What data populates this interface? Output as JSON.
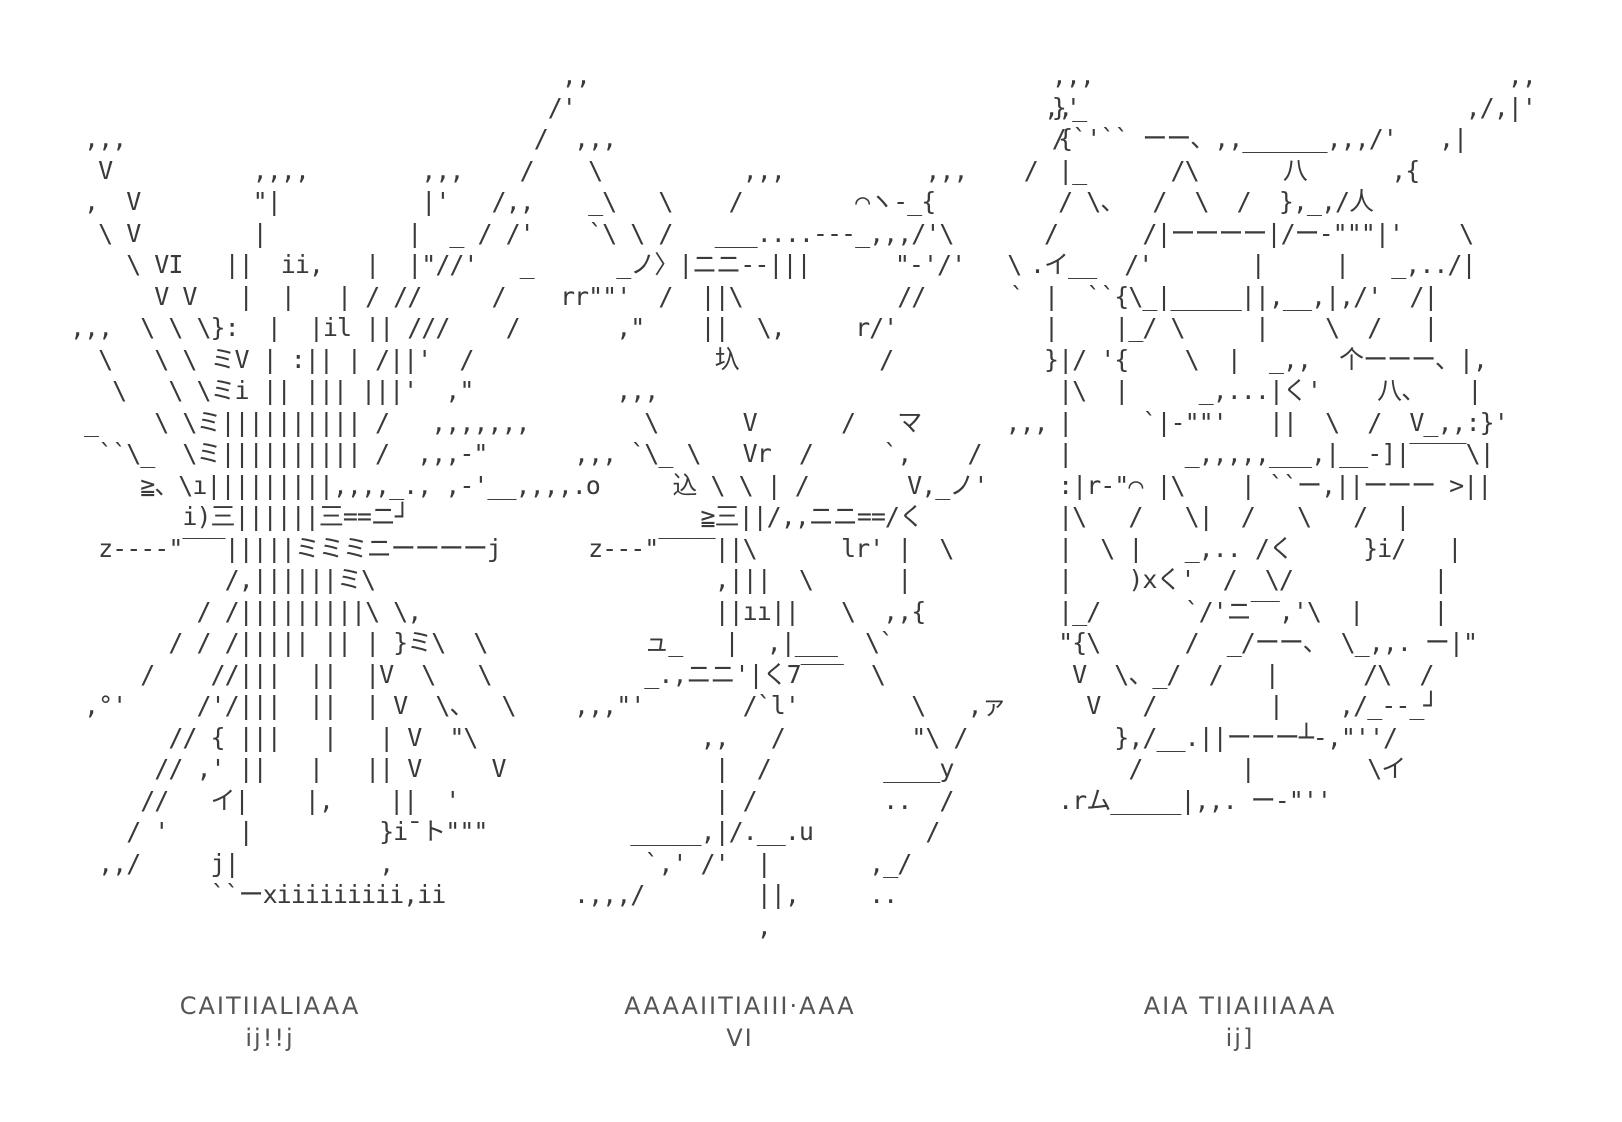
{
  "figures": [
    {
      "art": [
        "                                   ,,",
        "                                  /'",
        " ,,,                             /",
        "  V          ,,,,        ,,,    /",
        " ,  V        \"|          |'   /,,",
        "  \\ V        |          |  _ / /'",
        "    \\ VI   ||  ii,   |  |\"//'   _",
        "      V V   |  |   | / //     /",
        ",,,  \\ \\ \\}:  |  |il || ///    /",
        "  \\   \\ \\ ミV | :|| | /||'  /",
        "   \\   \\ \\ミi || ||| |||'  ,\"",
        " _    \\ \\ミ|||||||||| /   ,,,,,,,",
        "  ``\\_  \\ミ|||||||||| /  ,,,-\"",
        "     ≧、\\ı|||||||||,,,,_., ,-'__,,,,.o",
        "        i)三||||||三==ニ┘",
        "  z----\"‾‾‾|||||ミミミニーーーーj",
        "           /,||||||ミ\\",
        "         / /|||||||||\\ \\,",
        "       / / /||||| || | }ミ\\  \\",
        "     /    //|||  ||  |V  \\   \\",
        " ,°'     /'/|||  ||  | V  \\、  \\",
        "       // { |||   |   | V  \"\\  ",
        "      // ,' ||   |   || V     V",
        "     //   イ|    |,    ||  '",
        "    / '     |         }i¯ト\"\"\"",
        "  ,,/     j|          ,",
        "          ``ーxiiiiiiiii,ii"
      ],
      "caption": "CAITIIALIAAA",
      "subcaption": "ij!!j"
    },
    {
      "art": [
        "                                   ,,,",
        "                                   }'",
        " ,,,                               /",
        "  \\          ,,,          ,,,    /",
        "  _\\   \\    /        ⌒ヽ-_{",
        "  `\\ \\ /   ___....---_,,,/'\\",
        "    _ノ〉|ニニ--|||      \"-'/'   \\",
        "rr\"\"'  /  ||\\           //      `",
        "    ,\"    ||  \\,     r/'",
        "           圦          /",
        "    ,,,",
        "      \\      V      /   マ      ,,,",
        " ,,, `\\_ \\   Vr  /     `,    /",
        "        込 \\ \\ | /       V,_ノ'",
        "          ≧三||/,,ニニ==/く",
        "  z---\"‾‾‾‾||\\      lr' |  \\",
        "           ,|||  \\      |",
        "           ||ıı||   \\  ,,{",
        "      ュ_   |  ,|___  \\`",
        "      _.,ニニ'|く7‾‾‾  \\",
        " ,,,\"'       /`l'        \\   ,ァ",
        "          ,,   /         \"\\ /",
        "           |  /        ____y",
        "           | /         ..  /",
        "     _____,|/.__.u        /",
        "      `,' /'  |       ,_/",
        " .,,,/        ||,     ..",
        "              ,"
      ],
      "caption": "AAAAIITIAIII·AAA",
      "subcaption": "VI"
    },
    {
      "art": [
        "                                  ,,",
        " ,,_                           ,/,|'",
        "  {`'`` ーー、,,______,,,/'   ,|",
        "  |_      /\\      八      ,{",
        "  / \\、  /  \\  /  },_,/人",
        " /      /|ーーーー|/ー-\"\"\"|'    \\",
        ".イ__  /'       |     |   _,../|",
        " |  ``{\\_|_____||,__,|,/'  /|",
        " |    |_/ \\     |    \\  /   |",
        " }|/ '{    \\  |  _,,  个ーーー、|,",
        "  |\\  |     _,...|く'    八、   |",
        "  |     `|-\"\"'   ||  \\  /  V_,,:}'",
        "  |        _,,,,,___,|__-]|‾‾‾‾\\|",
        "  :|r-\"⌒ |\\    | ``ー,||ーーー >||",
        "  |\\   /   \\|  /   \\   /  |",
        "  |  \\ |   _,.. /く     }i/   |",
        "  |    )xく'  /  \\/          |",
        "  |_/      `/'ニ‾‾,'\\  |     |",
        "  \"{\\      /  _/ーー、 \\_,,. ー|\"",
        "   V  \\、_/  /   |      /\\  /",
        "    V   /        |    ,/_--_┘",
        "      },/__.||ーーー┴-,\"''/",
        "       /       |        \\イ",
        "  .rム_____|,,. ー-\"''"
      ],
      "caption": "AIA TIIAIIIAAA",
      "subcaption": "ij]"
    }
  ]
}
